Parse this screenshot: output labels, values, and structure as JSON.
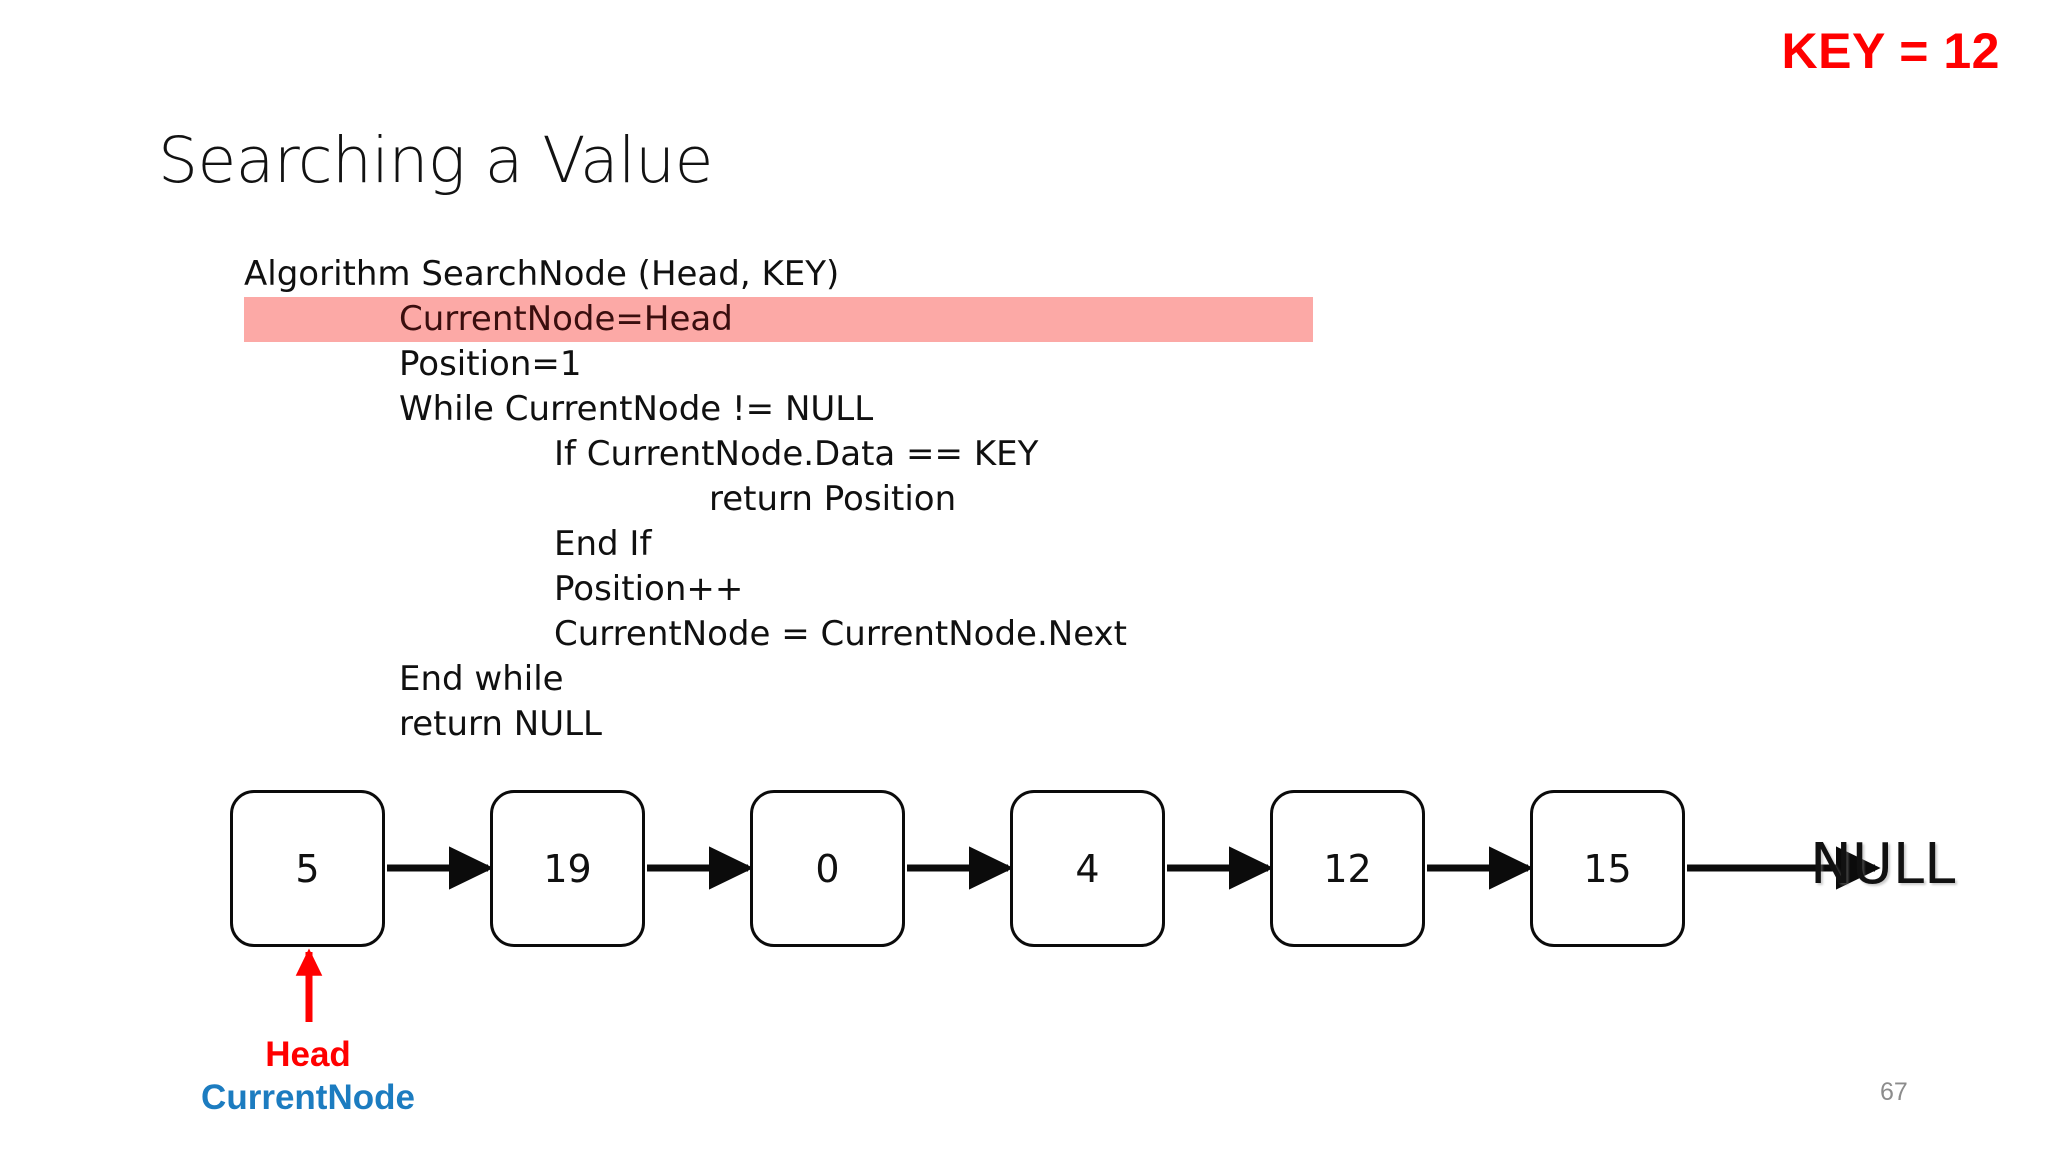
{
  "slide": {
    "title": "Searching a Value",
    "key_banner": "KEY = 12",
    "page_number": "67",
    "colors": {
      "key_red": "#FF0000",
      "highlight_pink": "#FCA9A6",
      "head_red": "#FF0000",
      "currentnode_blue": "#1C7CC0",
      "node_border": "#0B0B0B",
      "page_number_gray": "#8C8C8C"
    }
  },
  "algorithm": {
    "lines": [
      {
        "text": "Algorithm SearchNode (Head, KEY)",
        "indent": 0,
        "highlight": false
      },
      {
        "text": "CurrentNode=Head",
        "indent": 1,
        "highlight": true
      },
      {
        "text": "Position=1",
        "indent": 1,
        "highlight": false
      },
      {
        "text": "While CurrentNode != NULL",
        "indent": 1,
        "highlight": false
      },
      {
        "text": "If CurrentNode.Data == KEY",
        "indent": 2,
        "highlight": false
      },
      {
        "text": "return Position",
        "indent": 3,
        "highlight": false
      },
      {
        "text": "End If",
        "indent": 2,
        "highlight": false
      },
      {
        "text": "Position++",
        "indent": 2,
        "highlight": false
      },
      {
        "text": "CurrentNode = CurrentNode.Next",
        "indent": 2,
        "highlight": false
      },
      {
        "text": "End while",
        "indent": 1,
        "highlight": false
      },
      {
        "text": "return NULL",
        "indent": 1,
        "highlight": false
      }
    ]
  },
  "linked_list": {
    "nodes": [
      {
        "value": "5"
      },
      {
        "value": "19"
      },
      {
        "value": "0"
      },
      {
        "value": "4"
      },
      {
        "value": "12"
      },
      {
        "value": "15"
      }
    ],
    "terminator": "NULL",
    "pointers": {
      "head": "Head",
      "current": "CurrentNode"
    }
  }
}
